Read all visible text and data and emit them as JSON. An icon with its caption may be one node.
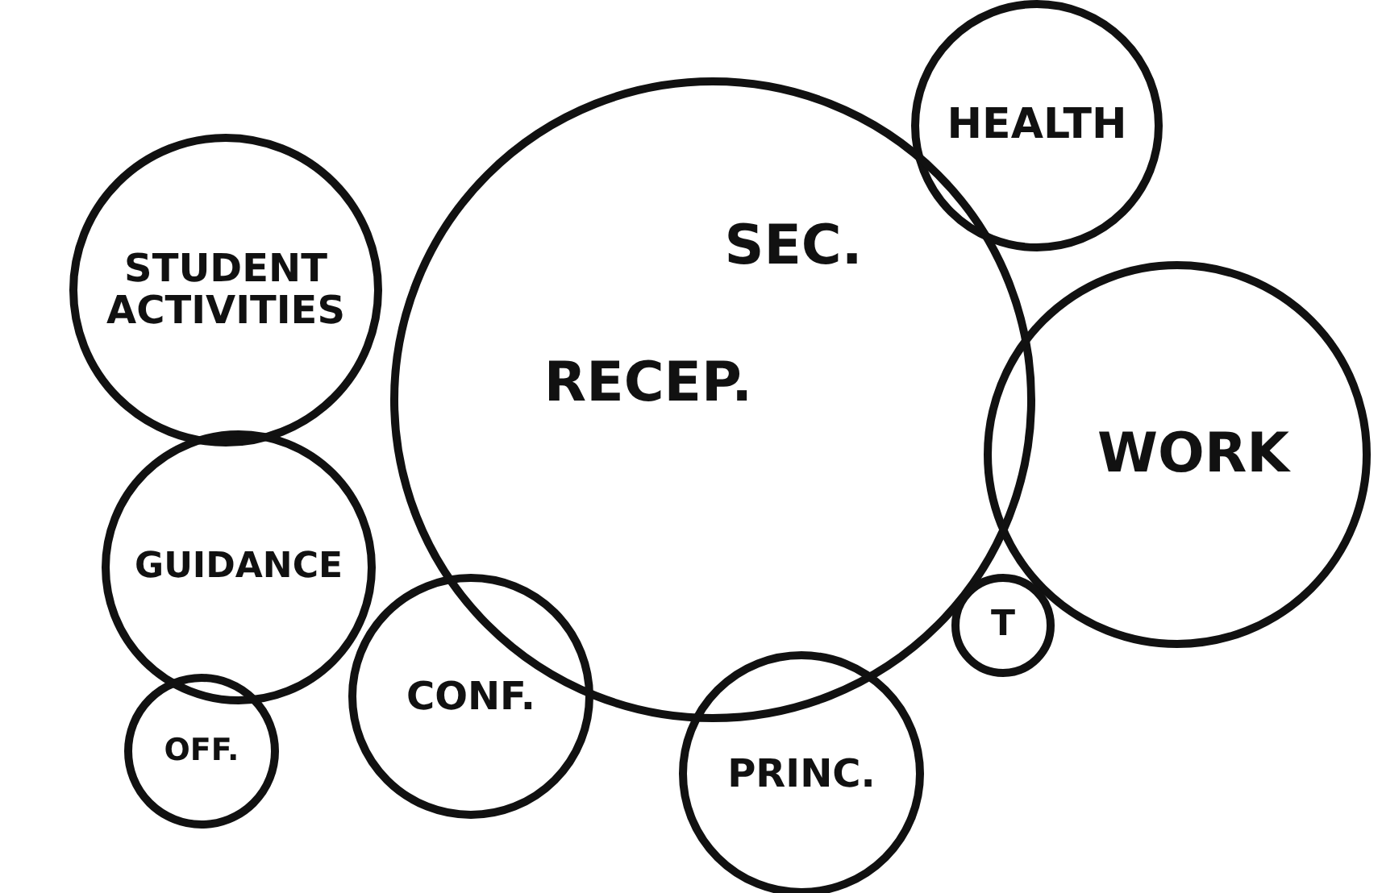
{
  "diagram": {
    "nodes": [
      {
        "text": [
          "STUDENT ACTIVITIES"
        ]
      },
      {
        "text": [
          "HEALTH"
        ]
      },
      {
        "text": [
          "SEC.",
          "RECEP."
        ]
      },
      {
        "text": [
          "WORK"
        ]
      },
      {
        "text": [
          "GUIDANCE"
        ]
      },
      {
        "text": [
          "T"
        ]
      },
      {
        "text": [
          "CONF."
        ]
      },
      {
        "text": [
          "OFF."
        ]
      },
      {
        "text": [
          "PRINC."
        ]
      }
    ]
  }
}
